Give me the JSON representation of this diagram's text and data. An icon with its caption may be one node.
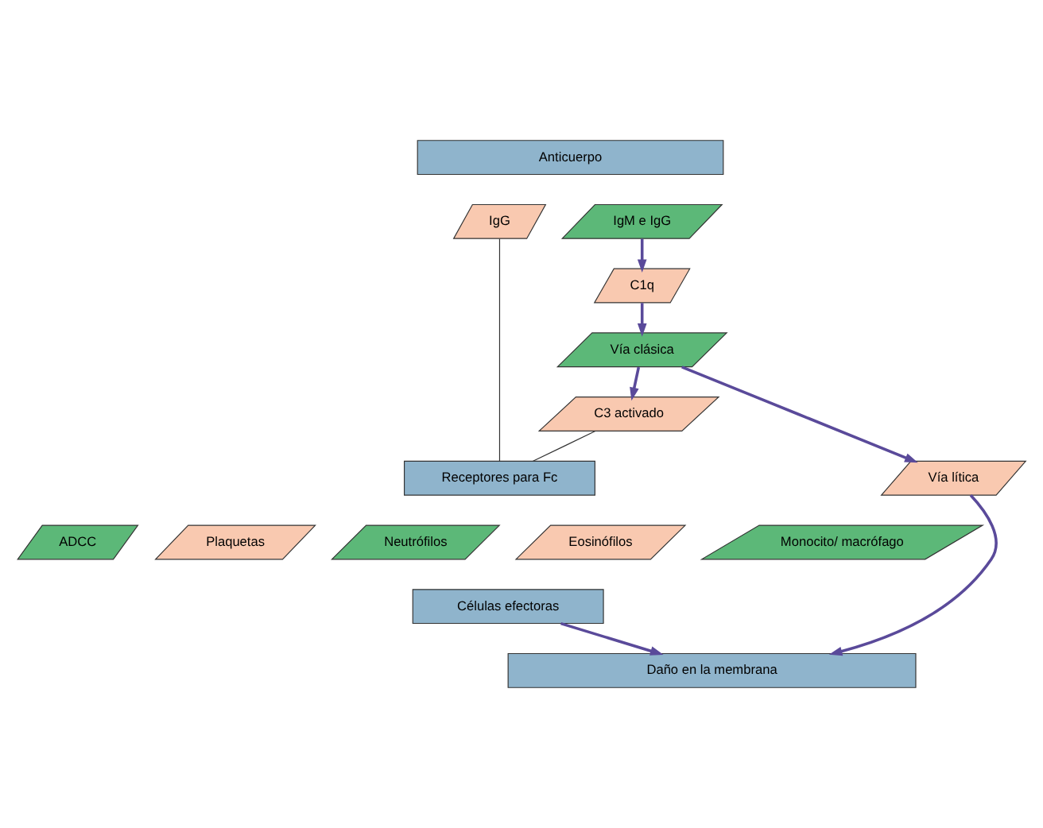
{
  "diagram": {
    "nodes": [
      {
        "text": [
          "Anticuerpo"
        ]
      },
      {
        "text": [
          "IgG"
        ]
      },
      {
        "text": [
          "IgM e IgG"
        ]
      },
      {
        "text": [
          "C1q"
        ]
      },
      {
        "text": [
          "Vía clásica"
        ]
      },
      {
        "text": [
          "C3 activado"
        ]
      },
      {
        "text": [
          "Vía lítica"
        ]
      },
      {
        "text": [
          "Receptores para Fc"
        ]
      },
      {
        "text": [
          "ADCC"
        ]
      },
      {
        "text": [
          "Plaquetas"
        ]
      },
      {
        "text": [
          "Neutrófilos"
        ]
      },
      {
        "text": [
          "Eosinófilos"
        ]
      },
      {
        "text": [
          "Monocito/ macrófago"
        ]
      },
      {
        "text": [
          "Células efectoras"
        ]
      },
      {
        "text": [
          "Daño en la membrana"
        ]
      }
    ],
    "edges": [
      {
        "from": 2,
        "to": 3,
        "arrow": "to"
      },
      {
        "from": 3,
        "to": 4,
        "arrow": "to"
      },
      {
        "from": 4,
        "to": 5,
        "arrow": "to"
      },
      {
        "from": 4,
        "to": 6,
        "arrow": "to"
      },
      {
        "from": 1,
        "to": 7,
        "arrow": "none",
        "color": "#333333"
      },
      {
        "from": 5,
        "to": 7,
        "arrow": "none",
        "color": "#333333"
      },
      {
        "from": 6,
        "to": 14,
        "arrow": "to"
      },
      {
        "from": 13,
        "to": 14,
        "arrow": "to"
      }
    ]
  }
}
